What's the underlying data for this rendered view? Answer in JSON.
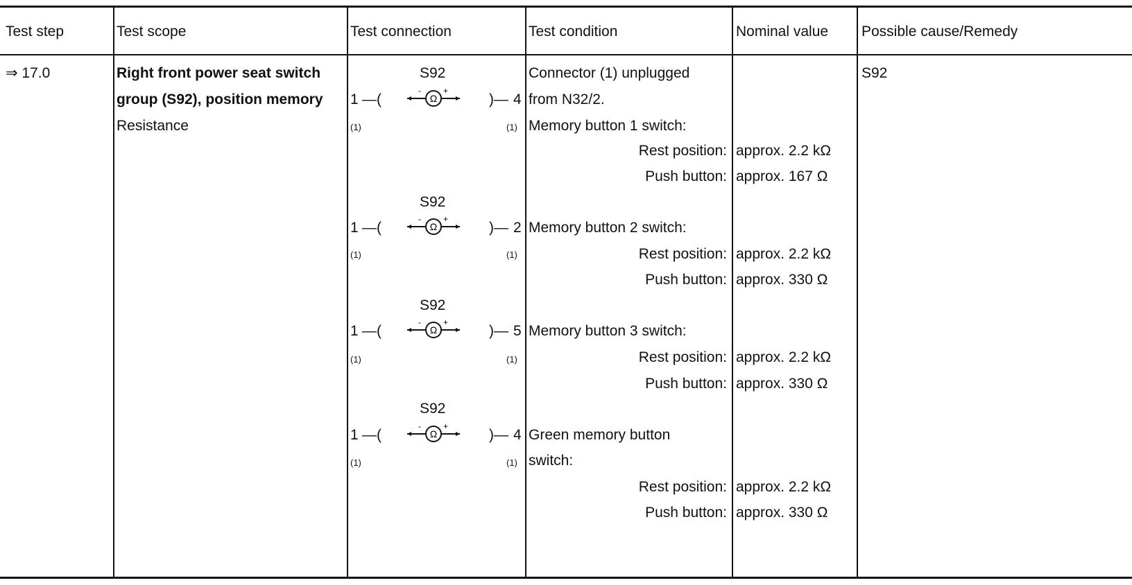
{
  "headers": {
    "test_step": "Test step",
    "test_scope": "Test scope",
    "test_connection": "Test connection",
    "test_condition": "Test condition",
    "nominal_value": "Nominal value",
    "possible_cause": "Possible cause/Remedy"
  },
  "row": {
    "test_step": "⇒ 17.0",
    "scope_line1": "Right front power seat switch",
    "scope_line2": "group (S92), position memory",
    "scope_line3": "Resistance",
    "cause": "S92"
  },
  "connections": [
    {
      "component": "S92",
      "pin_left": "1",
      "pin_right": "4",
      "sub_left": "(1)",
      "sub_right": "(1)"
    },
    {
      "component": "S92",
      "pin_left": "1",
      "pin_right": "2",
      "sub_left": "(1)",
      "sub_right": "(1)"
    },
    {
      "component": "S92",
      "pin_left": "1",
      "pin_right": "5",
      "sub_left": "(1)",
      "sub_right": "(1)"
    },
    {
      "component": "S92",
      "pin_left": "1",
      "pin_right": "4",
      "sub_left": "(1)",
      "sub_right": "(1)"
    }
  ],
  "conditions": {
    "c1_line1": "Connector (1) unplugged",
    "c1_line2": "from N32/2.",
    "c1_line3": "Memory button 1 switch:",
    "c1_rest": "Rest position:",
    "c1_push": "Push button:",
    "c2_line1": "Memory button 2 switch:",
    "c2_rest": "Rest position:",
    "c2_push": "Push button:",
    "c3_line1": "Memory button 3 switch:",
    "c3_rest": "Rest position:",
    "c3_push": "Push button:",
    "c4_line1": "Green memory button",
    "c4_line2": "switch:",
    "c4_rest": "Rest position:",
    "c4_push": "Push button:"
  },
  "nominal": {
    "v1_rest": "approx. 2.2 kΩ",
    "v1_push": "approx. 167 Ω",
    "v2_rest": "approx. 2.2 kΩ",
    "v2_push": "approx. 330 Ω",
    "v3_rest": "approx. 2.2 kΩ",
    "v3_push": "approx. 330 Ω",
    "v4_rest": "approx. 2.2 kΩ",
    "v4_push": "approx. 330 Ω"
  },
  "meter_symbol": "Ω"
}
